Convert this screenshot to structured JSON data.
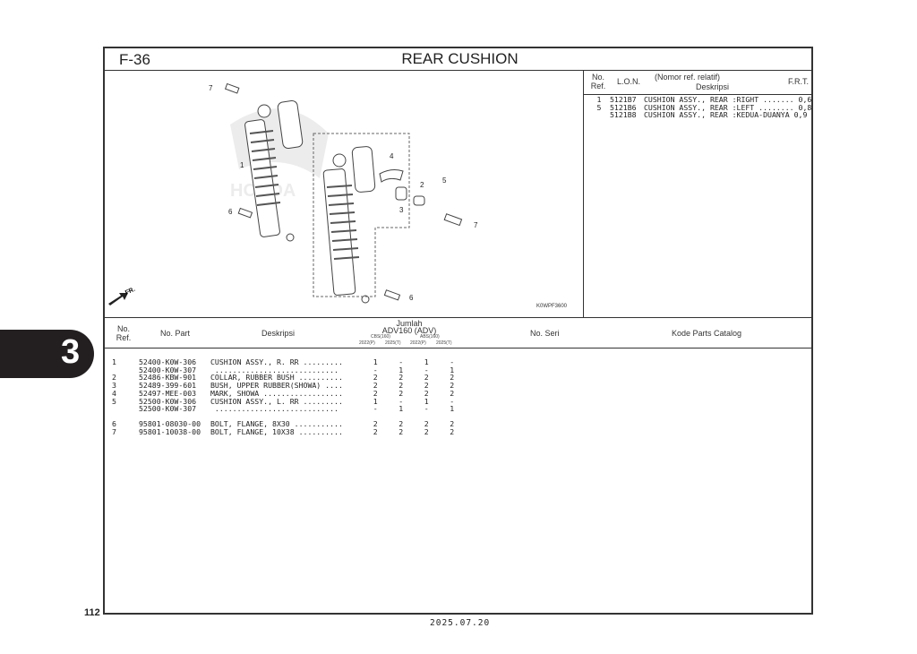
{
  "section_code": "F-36",
  "title": "REAR CUSHION",
  "diagram": {
    "code": "K0WPF3600",
    "fr_label": "FR.",
    "callouts": [
      "7",
      "1",
      "6",
      "4",
      "5",
      "2",
      "3",
      "7",
      "6"
    ]
  },
  "lon_table": {
    "headers": {
      "no_ref": "No.\nRef.",
      "lon": "L.O.N.",
      "desc_top": "(Nomor ref. relatif)",
      "desc": "Deskripsi",
      "frt": "F.R.T."
    },
    "rows": [
      {
        "ref": "1",
        "lon": "5121B7",
        "desc": "CUSHION ASSY., REAR :RIGHT ....... 0,6"
      },
      {
        "ref": "5",
        "lon": "5121B6",
        "desc": "CUSHION ASSY., REAR :LEFT ........ 0,8"
      },
      {
        "ref": "",
        "lon": "5121B8",
        "desc": "CUSHION ASSY., REAR :KEDUA-DUANYA 0,9"
      }
    ]
  },
  "parts_table": {
    "headers": {
      "no_ref": "No.\nRef.",
      "part": "No. Part",
      "desc": "Deskripsi",
      "jumlah": "Jumlah",
      "model": "ADV160 (ADV)",
      "cbs": "CBS(160)",
      "abs": "ABS(160)",
      "y1": "2022(P)",
      "y2": "2025(T)",
      "y3": "2022(P)",
      "y4": "2025(T)",
      "seri": "No. Seri",
      "kode": "Kode Parts Catalog"
    },
    "rows": [
      {
        "ref": "1",
        "part": "52400-K0W-306",
        "desc": "CUSHION ASSY., R. RR .........",
        "q": [
          "1",
          "-",
          "1",
          "-"
        ]
      },
      {
        "ref": "",
        "part": "52400-K0W-307",
        "desc": " ............................",
        "q": [
          "-",
          "1",
          "-",
          "1"
        ]
      },
      {
        "ref": "2",
        "part": "52486-KBW-901",
        "desc": "COLLAR, RUBBER BUSH ..........",
        "q": [
          "2",
          "2",
          "2",
          "2"
        ]
      },
      {
        "ref": "3",
        "part": "52489-399-601",
        "desc": "BUSH, UPPER RUBBER(SHOWA) ....",
        "q": [
          "2",
          "2",
          "2",
          "2"
        ]
      },
      {
        "ref": "4",
        "part": "52497-MEE-003",
        "desc": "MARK, SHOWA ..................",
        "q": [
          "2",
          "2",
          "2",
          "2"
        ]
      },
      {
        "ref": "5",
        "part": "52500-K0W-306",
        "desc": "CUSHION ASSY., L. RR .........",
        "q": [
          "1",
          "-",
          "1",
          "-"
        ]
      },
      {
        "ref": "",
        "part": "52500-K0W-307",
        "desc": " ............................",
        "q": [
          "-",
          "1",
          "-",
          "1"
        ]
      },
      {
        "ref": "",
        "part": "",
        "desc": "",
        "q": [
          "",
          "",
          "",
          ""
        ]
      },
      {
        "ref": "6",
        "part": "95801-08030-00",
        "desc": "BOLT, FLANGE, 8X30 ...........",
        "q": [
          "2",
          "2",
          "2",
          "2"
        ]
      },
      {
        "ref": "7",
        "part": "95801-10038-00",
        "desc": "BOLT, FLANGE, 10X38 ..........",
        "q": [
          "2",
          "2",
          "2",
          "2"
        ]
      }
    ]
  },
  "chapter_tab": "3",
  "page_number": "112",
  "date": "2025.07.20"
}
